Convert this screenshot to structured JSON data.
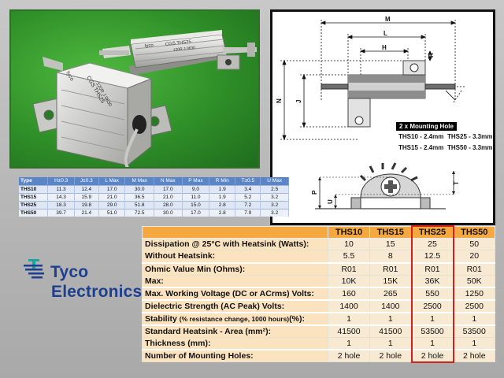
{
  "photo": {
    "rear_label": [
      "tyco",
      "CGS",
      "THS25",
      "120R",
      "J",
      "0630"
    ],
    "front_label": [
      "tyco",
      "CGS",
      "THS25",
      "120R",
      "J",
      "0630"
    ]
  },
  "drawing": {
    "letters": {
      "M": "M",
      "L": "L",
      "H": "H",
      "R": "R",
      "N": "N",
      "J": "J",
      "P": "P",
      "U": "U",
      "T": "T"
    },
    "mounting_hole_title": "2 x Mounting Hole",
    "holes": {
      "ths10": "THS10 - 2.4mm",
      "ths15": "THS15 - 2.4mm",
      "ths25": "THS25 - 3.3mm",
      "ths50": "THS50 - 3.3mm"
    }
  },
  "dimensions": {
    "headers": [
      "Type",
      "H±0.3",
      "J±0.3",
      "L Max",
      "M Max",
      "N Max",
      "P Max",
      "R Min",
      "T±0.5",
      "U Max"
    ],
    "rows": [
      [
        "THS10",
        "11.3",
        "12.4",
        "17.0",
        "30.0",
        "17.0",
        "9.0",
        "1.9",
        "3.4",
        "2.5"
      ],
      [
        "THS15",
        "14.3",
        "15.9",
        "21.0",
        "36.5",
        "21.0",
        "11.0",
        "1.9",
        "5.2",
        "3.2"
      ],
      [
        "THS25",
        "18.3",
        "19.8",
        "29.0",
        "51.8",
        "28.0",
        "15.0",
        "2.8",
        "7.2",
        "3.2"
      ],
      [
        "THS50",
        "39.7",
        "21.4",
        "51.0",
        "72.5",
        "30.0",
        "17.0",
        "2.8",
        "7.9",
        "3.2"
      ]
    ]
  },
  "logo": {
    "line1": "Tyco",
    "line2": "Electronics",
    "colors": {
      "blue": "#1d3f8f",
      "teal": "#1aa6a0"
    }
  },
  "spec": {
    "models": [
      "THS10",
      "THS15",
      "THS25",
      "THS50"
    ],
    "highlight_model": "THS25",
    "highlight_color": "#d22020",
    "rows": [
      {
        "label": "Dissipation @ 25°C with Heatsink (Watts):",
        "values": [
          "10",
          "15",
          "25",
          "50"
        ]
      },
      {
        "label": "Without Heatsink:",
        "values": [
          "5.5",
          "8",
          "12.5",
          "20"
        ]
      },
      {
        "label": "Ohmic Value Min (Ohms):",
        "values": [
          "R01",
          "R01",
          "R01",
          "R01"
        ]
      },
      {
        "label": "Max:",
        "values": [
          "10K",
          "15K",
          "36K",
          "50K"
        ]
      },
      {
        "label": "Max. Working Voltage (DC or ACrms) Volts:",
        "values": [
          "160",
          "265",
          "550",
          "1250"
        ]
      },
      {
        "label": "Dielectric Strength (AC Peak) Volts:",
        "values": [
          "1400",
          "1400",
          "2500",
          "2500"
        ]
      },
      {
        "label": "Stability",
        "sublabel": "(% resistance change, 1000 hours)",
        "suffix": "(%):",
        "values": [
          "1",
          "1",
          "1",
          "1"
        ]
      },
      {
        "label": "Standard Heatsink - Area (mm²):",
        "values": [
          "41500",
          "41500",
          "53500",
          "53500"
        ]
      },
      {
        "label": "Thickness (mm):",
        "values": [
          "1",
          "1",
          "1",
          "1"
        ]
      },
      {
        "label": "Number of Mounting Holes:",
        "values": [
          "2 hole",
          "2 hole",
          "2 hole",
          "2 hole"
        ]
      }
    ]
  }
}
